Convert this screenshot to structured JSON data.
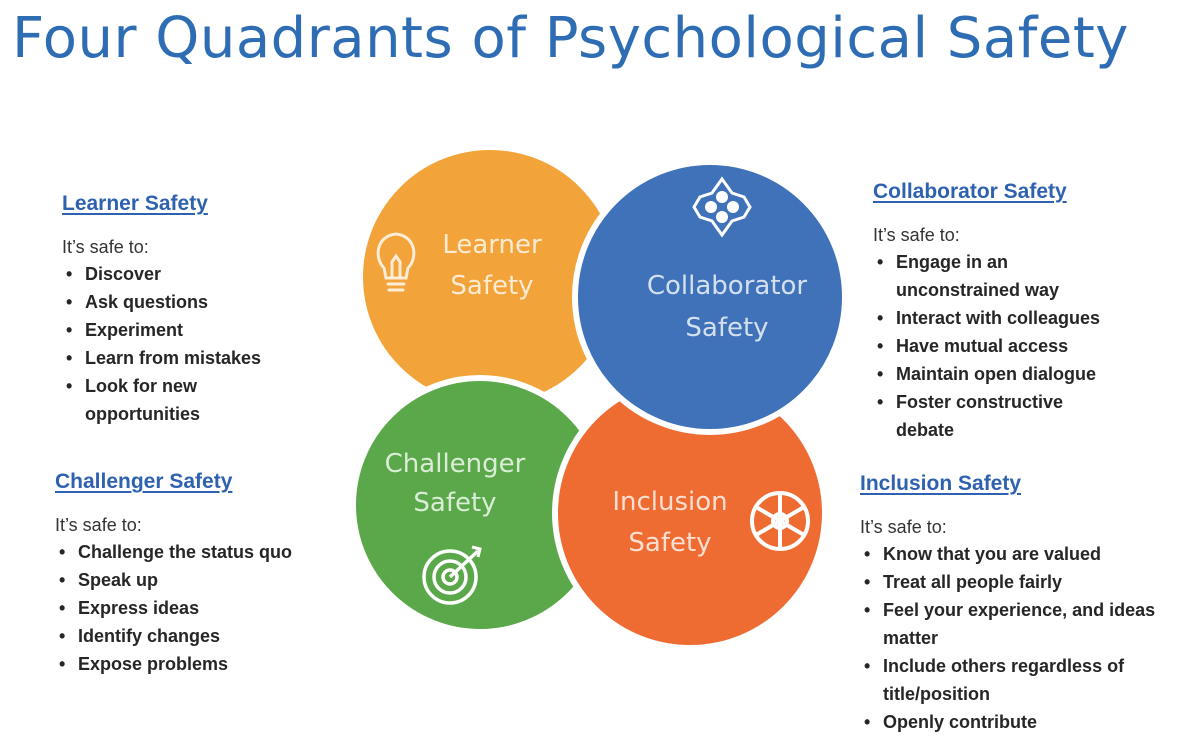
{
  "title": "Four Quadrants of Psychological Safety",
  "colors": {
    "learner": "#f2a33a",
    "collaborator": "#3f72b8",
    "challenger": "#5aa84a",
    "inclusion": "#ee6c32",
    "heading": "#2e62b0",
    "title": "#2e6db4"
  },
  "diagram": {
    "learner": {
      "line1": "Learner",
      "line2": "Safety",
      "icon": "lightbulb-icon"
    },
    "collaborator": {
      "line1": "Collaborator",
      "line2": "Safety",
      "icon": "team-network-icon"
    },
    "challenger": {
      "line1": "Challenger",
      "line2": "Safety",
      "icon": "target-icon"
    },
    "inclusion": {
      "line1": "Inclusion",
      "line2": "Safety",
      "icon": "wheel-icon"
    }
  },
  "panels": {
    "learner": {
      "heading": "Learner Safety",
      "intro": "It’s safe to:",
      "items": [
        "Discover",
        "Ask questions",
        "Experiment",
        "Learn from mistakes",
        "Look for new opportunities"
      ]
    },
    "challenger": {
      "heading": "Challenger Safety",
      "intro": "It’s safe to:",
      "items": [
        "Challenge the status quo",
        "Speak up",
        "Express ideas",
        "Identify changes",
        "Expose problems"
      ]
    },
    "collaborator": {
      "heading": "Collaborator Safety",
      "intro": "It’s safe to:",
      "items": [
        "Engage in an unconstrained way",
        "Interact with colleagues",
        "Have mutual access",
        "Maintain open dialogue",
        "Foster constructive debate"
      ]
    },
    "inclusion": {
      "heading": "Inclusion Safety",
      "intro": "It’s safe to:",
      "items": [
        "Know that you are valued",
        "Treat all people fairly",
        "Feel your experience, and ideas matter",
        "Include others regardless of title/position",
        "Openly contribute"
      ]
    }
  }
}
